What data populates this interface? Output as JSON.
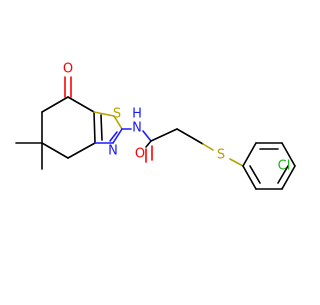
{
  "molecule": {
    "atom_labels": {
      "oxygen_ketone": "O",
      "sulfur_thiazole": "S",
      "nitrogen_thiazole": "N",
      "nitrogen_amide": "N",
      "hydrogen_amide": "H",
      "oxygen_amide": "O",
      "sulfur_thioether": "S",
      "chlorine": "Cl"
    }
  },
  "colors": {
    "carbon_bond": "#000000",
    "nitrogen": "#1a1aff",
    "oxygen": "#ff0000",
    "sulfur": "#b8a000",
    "chlorine": "#1fb41f"
  }
}
